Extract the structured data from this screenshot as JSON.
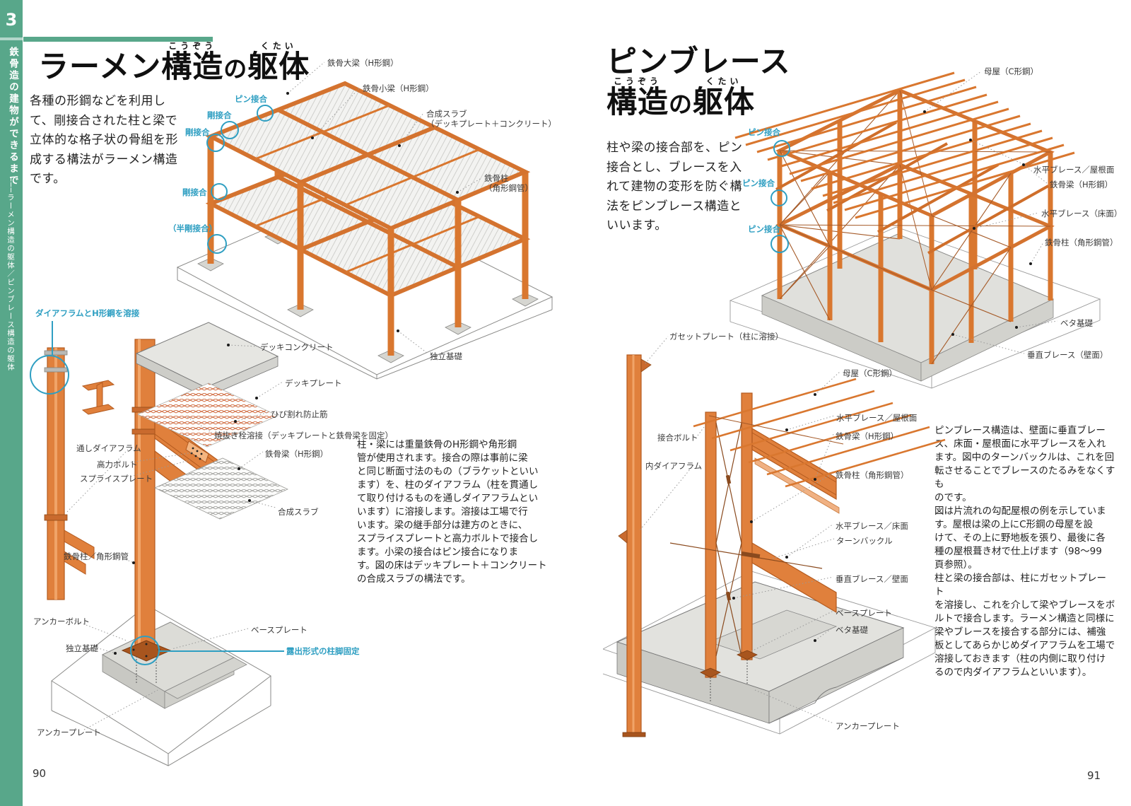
{
  "sidebar": {
    "chapter_number": "3",
    "chapter_title": "鉄骨造の建物ができるまで",
    "section_title": "───ラーメン構造の躯体／ピンブレース構造の躯体"
  },
  "colors": {
    "green": "#58a78a",
    "teal": "#2f9fc2",
    "steel_orange": "#e0803c",
    "concrete_gray": "#dcdcd7"
  },
  "left_page": {
    "page_number": "90",
    "title": {
      "part1": "ラーメン",
      "part2": "構造",
      "part2_ruby": "こうぞう",
      "part3": "の",
      "part4": "躯体",
      "part4_ruby": "くたい"
    },
    "intro": "各種の形鋼などを利用し\nて、剛接合された柱と梁で\n立体的な格子状の骨組を形\n成する構法がラーメン構造\nです。",
    "body": "柱・梁には重量鉄骨のH形鋼や角形鋼\n管が使用されます。接合の際は事前に梁\nと同じ断面寸法のもの（ブラケットといい\nます）を、柱のダイアフラム（柱を貫通し\nて取り付けるものを通しダイアフラムとい\nいます）に溶接します。溶接は工場で行\nいます。梁の継手部分は建方のときに、\nスプライスプレートと高力ボルトで接合し\nます。小梁の接合はピン接合になりま\nす。図の床はデッキプレート＋コンクリート\nの合成スラブの構法です。",
    "frame_labels": {
      "girder": "鉄骨大梁（H形鋼）",
      "beam": "鉄骨小梁（H形鋼）",
      "slab": "合成スラブ\n（デッキプレート＋コンクリート）",
      "column": "鉄骨柱\n（角形鋼管）",
      "footing": "独立基礎"
    },
    "joint_labels": {
      "pin": "ピン接合",
      "rigid1": "剛接合",
      "rigid2": "剛接合",
      "rigid3": "剛接合",
      "semi_rigid": "（半剛接合）"
    },
    "detail_labels": {
      "weld_note": "ダイアフラムとH形鋼を溶接",
      "deck_concrete": "デッキコンクリート",
      "deck_plate": "デッキプレート",
      "crack_bar": "ひび割れ防止筋",
      "plug_weld": "焼抜き栓溶接（デッキプレートと鉄骨梁を固定）",
      "beam": "鉄骨梁（H形鋼）",
      "through_diaphragm": "通しダイアフラム",
      "hi_bolt": "高力ボルト",
      "splice_plate": "スプライスプレート",
      "comp_slab": "合成スラブ",
      "column": "鉄骨柱／角形鋼管",
      "anchor_bolt": "アンカーボルト",
      "footing": "独立基礎",
      "base_plate": "ベースプレート",
      "exposed_base": "露出形式の柱脚固定",
      "anchor_plate": "アンカープレート"
    }
  },
  "right_page": {
    "page_number": "91",
    "title": {
      "line1": "ピンブレース",
      "part2": "構造",
      "part2_ruby": "こうぞう",
      "part3": "の",
      "part4": "躯体",
      "part4_ruby": "くたい"
    },
    "intro": "柱や梁の接合部を、ピン\n接合とし、ブレースを入\nれて建物の変形を防ぐ構\n法をピンブレース構造と\nいいます。",
    "body": "ピンブレース構造は、壁面に垂直ブレー\nス、床面・屋根面に水平ブレースを入れ\nます。図中のターンバックルは、これを回\n転させることでブレースのたるみをなくすも\nのです。\n図は片流れの勾配屋根の例を示していま\nす。屋根は梁の上にC形鋼の母屋を設\nけて、その上に野地板を張り、最後に各\n種の屋根葺き材で仕上げます（98〜99\n頁参照）。\n柱と梁の接合部は、柱にガセットプレート\nを溶接し、これを介して梁やブレースをボ\nルトで接合します。ラーメン構造と同様に\n梁やブレースを接合する部分には、補強\n板としてあらかじめダイアフラムを工場で\n溶接しておきます（柱の内側に取り付け\nるので内ダイアフラムといいます）。",
    "frame_labels": {
      "purlin": "母屋（C形鋼）",
      "hbrace_roof": "水平ブレース／屋根面",
      "beam": "鉄骨梁（H形鋼）",
      "hbrace_floor": "水平ブレース（床面）",
      "column": "鉄骨柱（角形鋼管）",
      "mat": "ベタ基礎",
      "vbrace": "垂直ブレース（壁面）"
    },
    "joint_labels": {
      "pin1": "ピン接合",
      "pin2": "ピン接合",
      "pin3": "ピン接合"
    },
    "detail_labels": {
      "gusset": "ガセットプレート（柱に溶接）",
      "purlin": "母屋（C形鋼）",
      "hbrace_roof": "水平ブレース／屋根面",
      "beam": "鉄骨梁（H形鋼）",
      "joint_bolt": "接合ボルト",
      "inner_diaphragm": "内ダイアフラム",
      "column": "鉄骨柱（角形鋼管）",
      "hbrace_floor": "水平ブレース／床面",
      "turnbuckle": "ターンバックル",
      "vbrace": "垂直ブレース／壁面",
      "base_plate": "ベースプレート",
      "mat": "ベタ基礎",
      "anchor_plate": "アンカープレート"
    }
  }
}
